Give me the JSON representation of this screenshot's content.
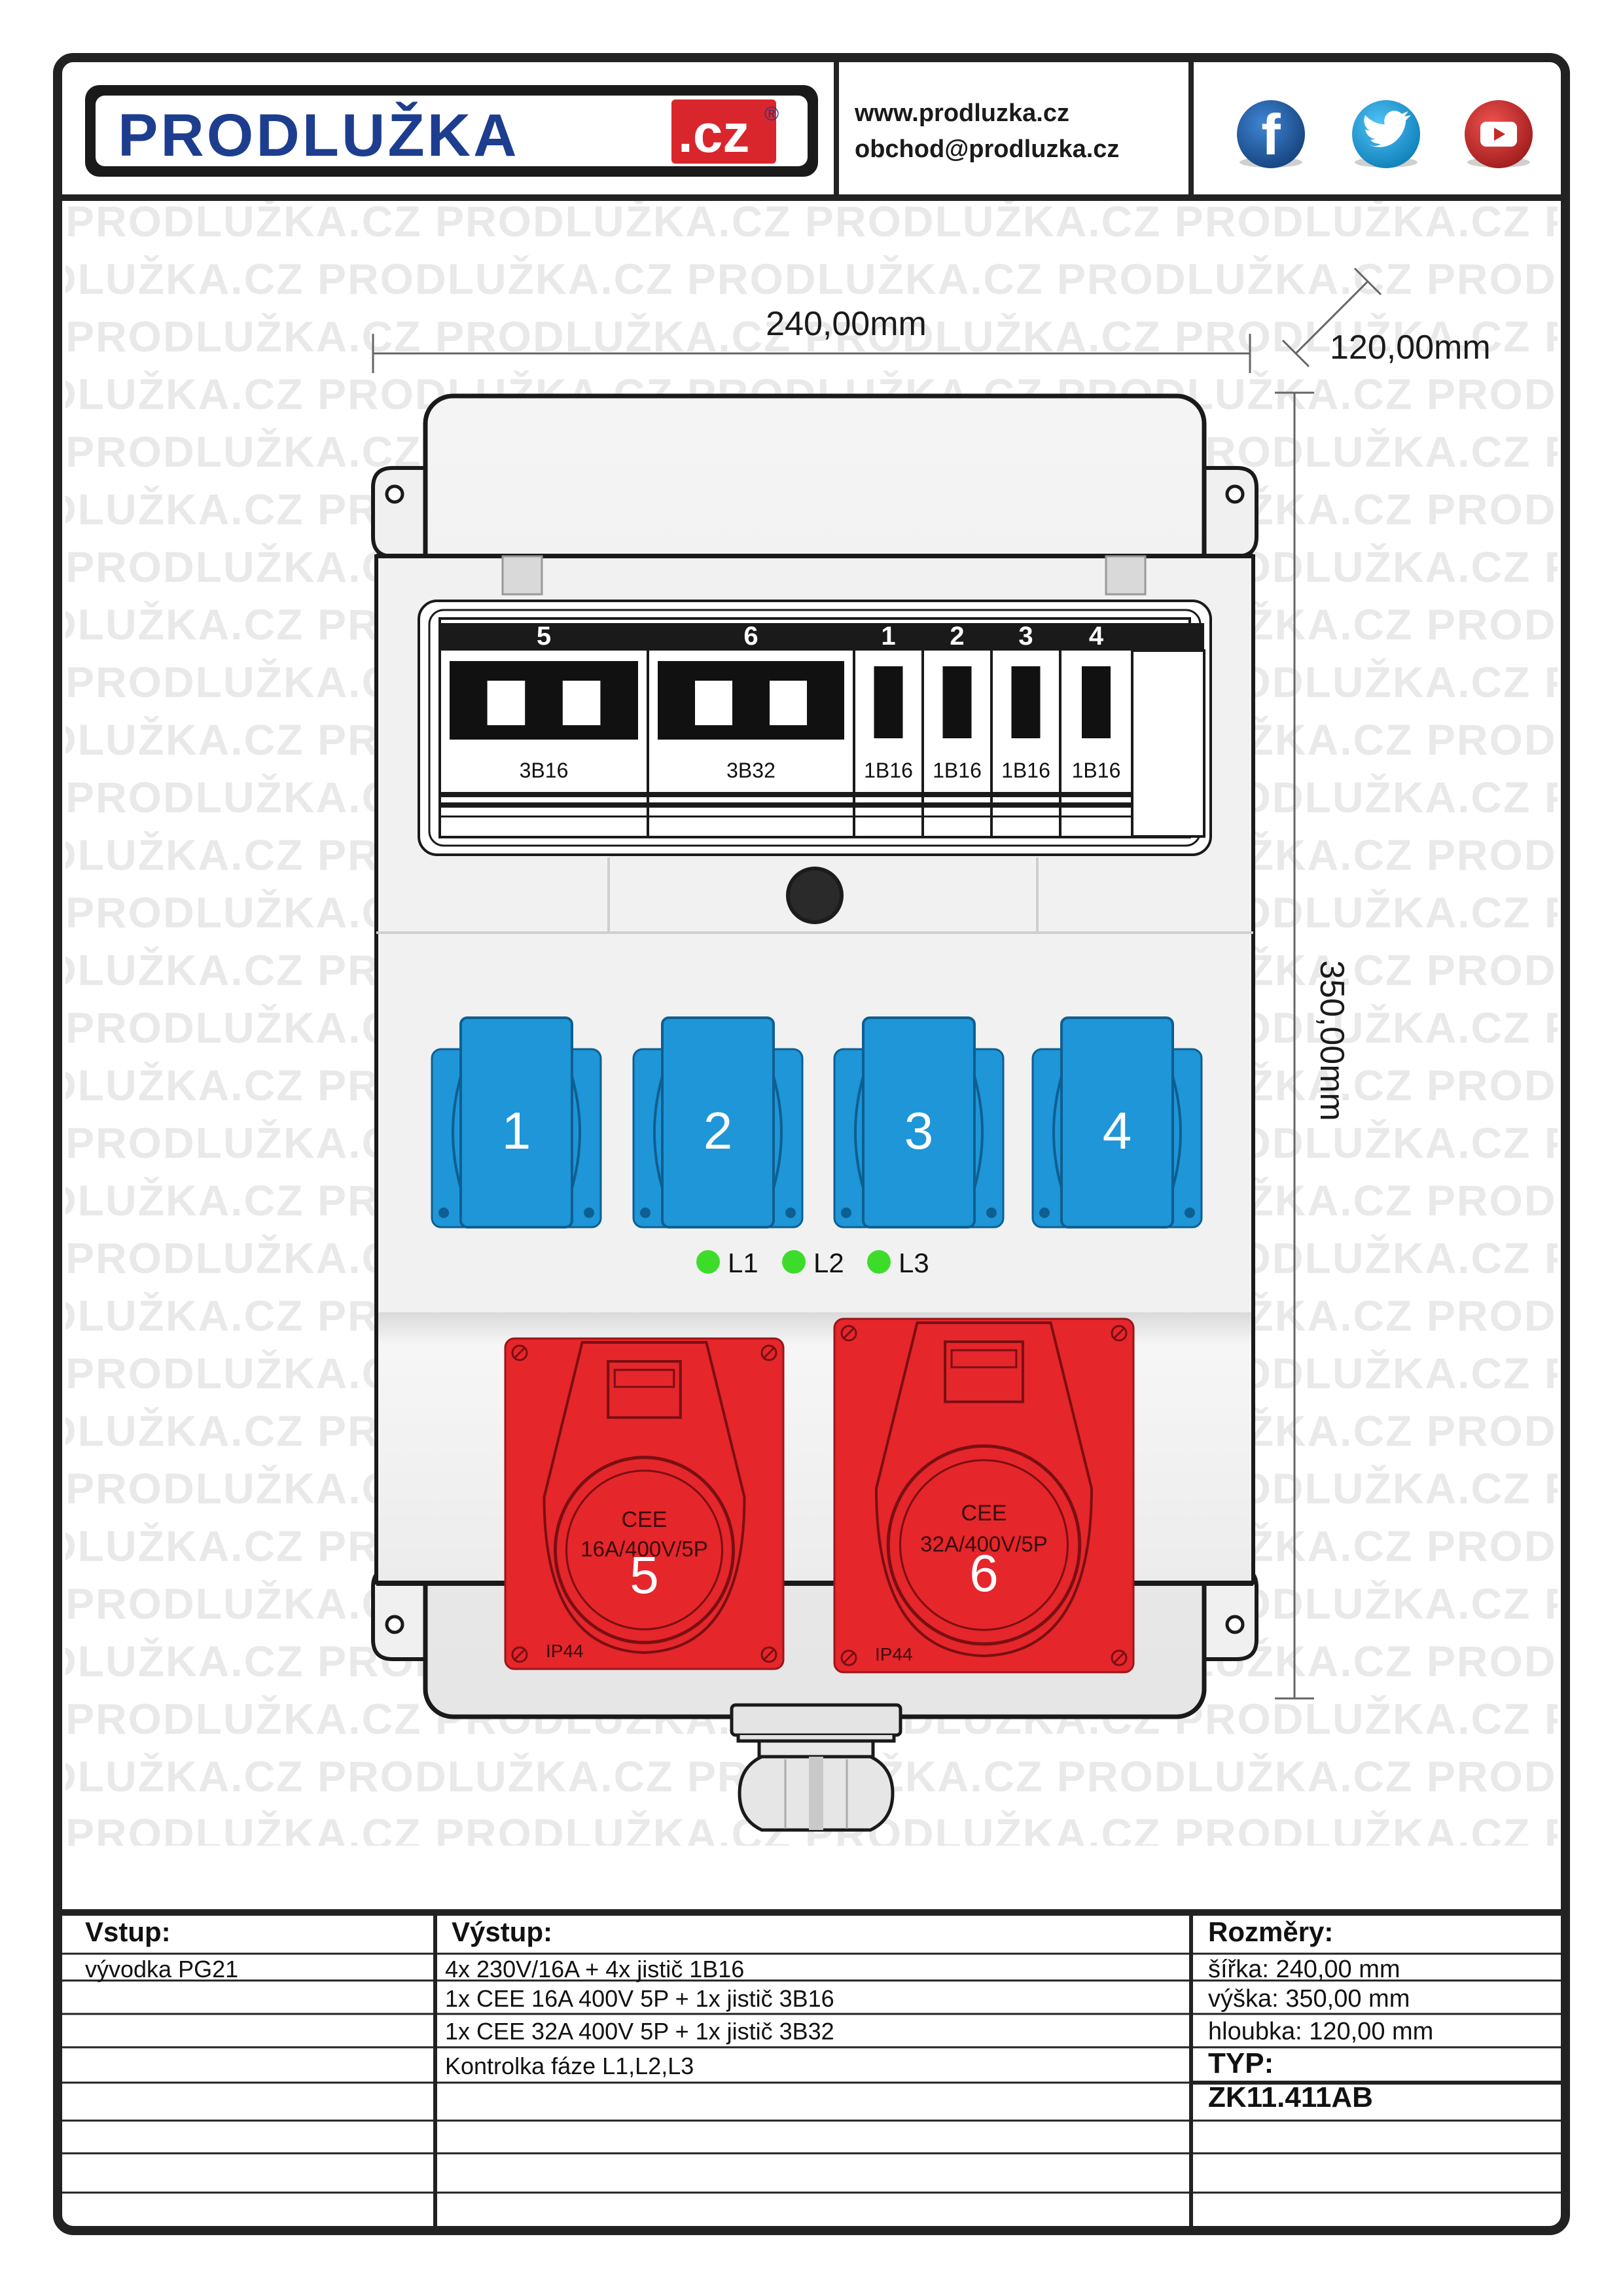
{
  "header": {
    "logo_text": "PRODLUŽKA",
    "logo_suffix": ".cz",
    "logo_registered": "®",
    "website": "www.prodluzka.cz",
    "email": "obchod@prodluzka.cz",
    "social": [
      {
        "name": "facebook-icon",
        "glyph": "f",
        "color": "#1f5fa8"
      },
      {
        "name": "twitter-icon",
        "glyph": "t",
        "color": "#1aa0d8"
      },
      {
        "name": "youtube-icon",
        "glyph": "▶",
        "color": "#c62828"
      }
    ]
  },
  "watermark_text": "PRODLUŽKA.CZ",
  "dimensions": {
    "width_label": "240,00mm",
    "depth_label": "120,00mm",
    "height_label": "350,00mm"
  },
  "breakers": [
    {
      "number": "5",
      "rating": "3B16"
    },
    {
      "number": "6",
      "rating": "3B32"
    },
    {
      "number": "1",
      "rating": "1B16"
    },
    {
      "number": "2",
      "rating": "1B16"
    },
    {
      "number": "3",
      "rating": "1B16"
    },
    {
      "number": "4",
      "rating": "1B16"
    }
  ],
  "sockets": [
    "1",
    "2",
    "3",
    "4"
  ],
  "phase_lamps": [
    "L1",
    "L2",
    "L3"
  ],
  "cee_sockets": [
    {
      "label": "CEE",
      "spec": "16A/400V/5P",
      "number": "5",
      "ip": "IP44"
    },
    {
      "label": "CEE",
      "spec": "32A/400V/5P",
      "number": "6",
      "ip": "IP44"
    }
  ],
  "colors": {
    "socket_blue": "#1e96d8",
    "cee_red": "#e5262b",
    "lamp_green": "#3ddc2a",
    "logo_blue": "#1d3d8f",
    "logo_red": "#d9262c"
  },
  "info": {
    "input_title": "Vstup:",
    "input_lines": [
      "vývodka PG21"
    ],
    "output_title": "Výstup:",
    "output_lines": [
      "4x 230V/16A + 4x jistič 1B16",
      "1x CEE 16A 400V 5P + 1x jistič 3B16",
      "1x CEE 32A 400V 5P + 1x jistič 3B32",
      "Kontrolka fáze L1,L2,L3"
    ],
    "dims_title": "Rozměry:",
    "dims_lines": [
      "šířka: 240,00 mm",
      "výška: 350,00 mm",
      "hloubka: 120,00 mm"
    ],
    "type_title": "TYP:",
    "type_value": "ZK11.411AB"
  }
}
